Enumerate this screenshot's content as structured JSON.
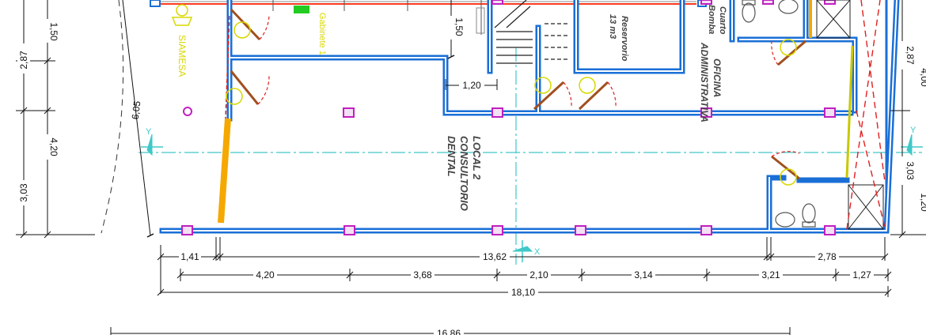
{
  "rooms": {
    "local_line1": "LOCAL 2",
    "local_line2": "CONSULTORIO",
    "local_line3": "DENTAL",
    "oficina_line1": "OFICINA",
    "oficina_line2": "ADMINISTRATIVA",
    "reservorio_line1": "Reservorio",
    "reservorio_line2": "13 m3",
    "cuarto_line1": "Cuarto",
    "cuarto_line2": "Bomba"
  },
  "labels": {
    "siamesa": "SIAMESA",
    "gabinete": "Gabinete 1",
    "axis_y_left": "Y",
    "axis_y_right": "Y",
    "axis_x": "X"
  },
  "dimensions": {
    "left_150": "1,50",
    "left_287": "2,87",
    "left_420": "4,20",
    "left_303": "3,03",
    "diag_605": "6,05",
    "stair_150": "1,50",
    "stair_120": "1,20",
    "right_287": "2,87",
    "right_303": "3,03",
    "right_cut1": "4,00",
    "right_cut2": "1,20",
    "row1_141": "1,41",
    "row1_1362": "13,62",
    "row1_278": "2,78",
    "row2_420": "4,20",
    "row2_368": "3,68",
    "row2_210": "2,10",
    "row2_314": "3,14",
    "row2_321": "3,21",
    "row2_127": "1,27",
    "row3_1810": "18,10",
    "row4_1686": "16,86"
  },
  "colors": {
    "wall": "#1a6fd6",
    "wall_inner": "#ffffff",
    "door": "#e02020",
    "column": "#c020c0",
    "axis": "#40c8c8",
    "glass": "#f5a800",
    "label_yellow": "#d8d800",
    "pipe": "#ff3b1f"
  }
}
